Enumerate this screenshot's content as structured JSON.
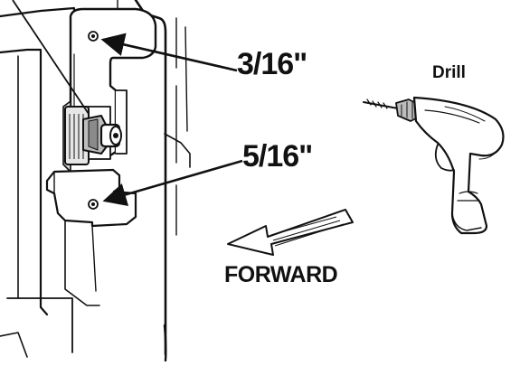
{
  "labels": {
    "dimension_top": "3/16\"",
    "dimension_bottom": "5/16\"",
    "tool": "Drill",
    "direction": "FORWARD"
  },
  "colors": {
    "ink": "#111111",
    "paper": "#ffffff",
    "shade": "#d9d9d9",
    "shade_dark": "#8a8a8a"
  },
  "icons": {
    "tool": "drill-icon",
    "direction": "forward-arrow-icon"
  }
}
